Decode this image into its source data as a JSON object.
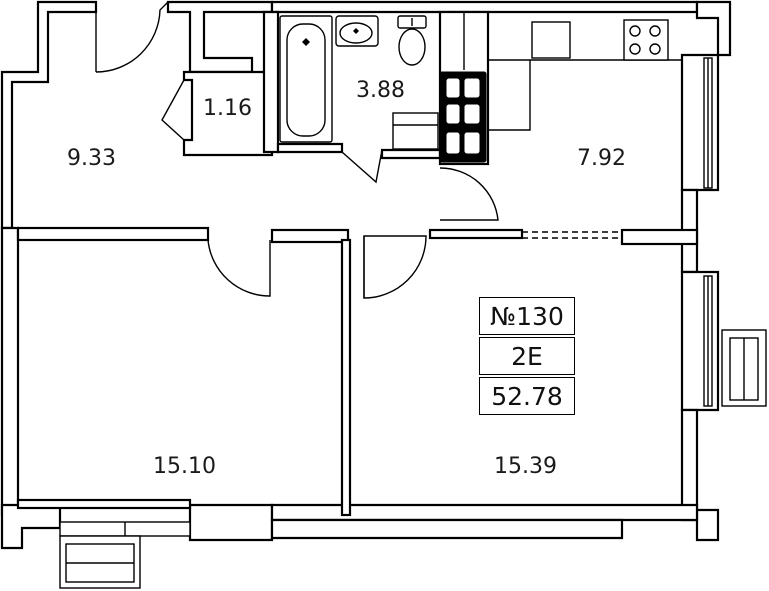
{
  "plan": {
    "rooms": [
      {
        "id": "hall",
        "area": "9.33"
      },
      {
        "id": "closet",
        "area": "1.16"
      },
      {
        "id": "bathroom",
        "area": "3.88"
      },
      {
        "id": "kitchen",
        "area": "7.92"
      },
      {
        "id": "bedroom-left",
        "area": "15.10"
      },
      {
        "id": "bedroom-right",
        "area": "15.39"
      }
    ],
    "apartment": {
      "number": "№130",
      "type": "2Е",
      "total_area": "52.78"
    }
  }
}
